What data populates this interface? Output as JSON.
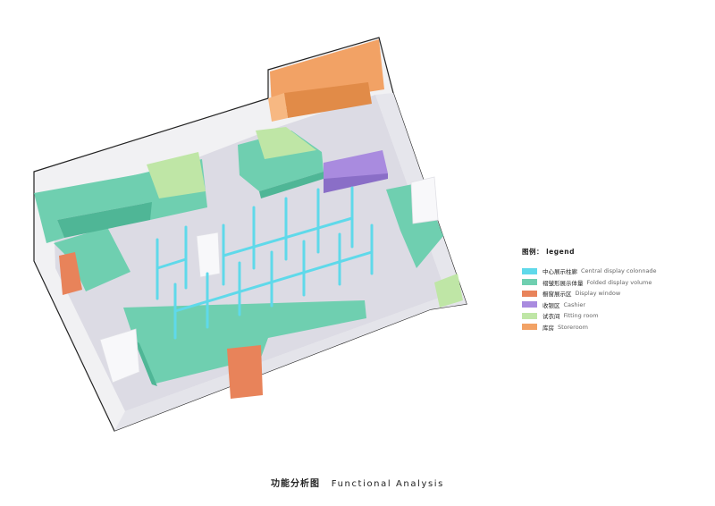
{
  "legend": {
    "title": "图例： legend",
    "items": [
      {
        "cn": "中心展示柱廊",
        "en": "Central display colonnade",
        "color": "#5fd9ea"
      },
      {
        "cn": "褶皱形展示体量",
        "en": "Folded display volume",
        "color": "#6fcfb0"
      },
      {
        "cn": "橱窗展示区",
        "en": "Display window",
        "color": "#e8835a"
      },
      {
        "cn": "收银区",
        "en": "Cashier",
        "color": "#a98bdf"
      },
      {
        "cn": "试衣间",
        "en": "Fitting room",
        "color": "#bfe6a6"
      },
      {
        "cn": "库房",
        "en": "Storeroom",
        "color": "#f2a265"
      }
    ]
  },
  "caption": {
    "cn": "功能分析图",
    "en": "Functional Analysis"
  }
}
